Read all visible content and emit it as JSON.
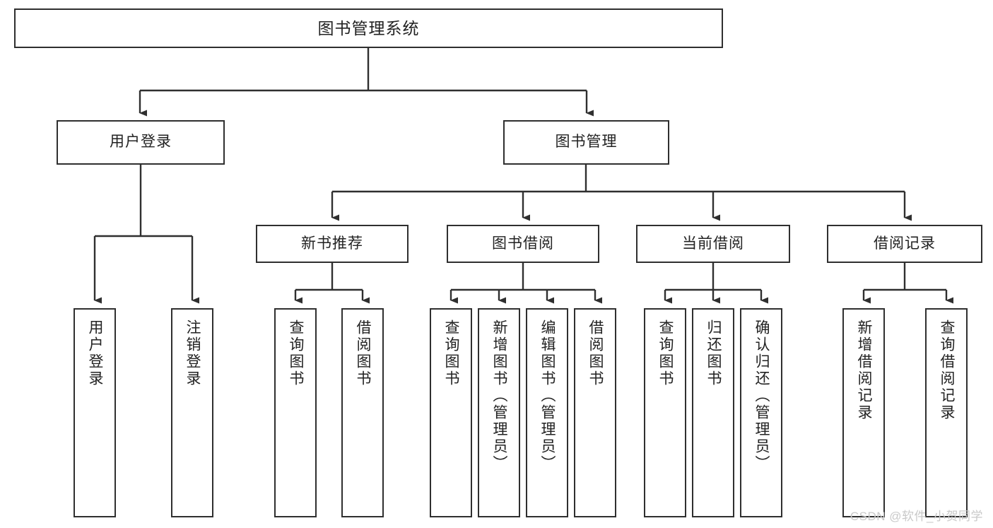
{
  "diagram": {
    "type": "tree-hierarchy",
    "title": "图书管理系统",
    "watermark": "CSDN @软件_小贺同学",
    "colors": {
      "stroke": "#2f2f2f",
      "fill": "#ffffff",
      "text": "#222222",
      "watermark": "#c9c9c9"
    },
    "root": {
      "label": "图书管理系统"
    },
    "level1": [
      {
        "id": "user-login",
        "label": "用户登录"
      },
      {
        "id": "book-manage",
        "label": "图书管理"
      }
    ],
    "level2": [
      {
        "id": "new-book-recommend",
        "label": "新书推荐",
        "parent": "book-manage"
      },
      {
        "id": "book-borrow",
        "label": "图书借阅",
        "parent": "book-manage"
      },
      {
        "id": "current-borrow",
        "label": "当前借阅",
        "parent": "book-manage"
      },
      {
        "id": "borrow-record",
        "label": "借阅记录",
        "parent": "book-manage"
      }
    ],
    "leaves": [
      {
        "id": "leaf-user-login",
        "label": "用户登录",
        "parent": "user-login"
      },
      {
        "id": "leaf-user-logout",
        "label": "注销登录",
        "parent": "user-login"
      },
      {
        "id": "leaf-query-book-1",
        "label": "查询图书",
        "parent": "new-book-recommend"
      },
      {
        "id": "leaf-borrow-book-1",
        "label": "借阅图书",
        "parent": "new-book-recommend"
      },
      {
        "id": "leaf-query-book-2",
        "label": "查询图书",
        "parent": "book-borrow"
      },
      {
        "id": "leaf-add-book",
        "label": "新增图书（管理员）",
        "parent": "book-borrow"
      },
      {
        "id": "leaf-edit-book",
        "label": "编辑图书（管理员）",
        "parent": "book-borrow"
      },
      {
        "id": "leaf-borrow-book-2",
        "label": "借阅图书",
        "parent": "book-borrow"
      },
      {
        "id": "leaf-query-book-3",
        "label": "查询图书",
        "parent": "current-borrow"
      },
      {
        "id": "leaf-return-book",
        "label": "归还图书",
        "parent": "current-borrow"
      },
      {
        "id": "leaf-confirm-return",
        "label": "确认归还（管理员）",
        "parent": "current-borrow"
      },
      {
        "id": "leaf-add-record",
        "label": "新增借阅记录",
        "parent": "borrow-record"
      },
      {
        "id": "leaf-query-record",
        "label": "查询借阅记录",
        "parent": "borrow-record"
      }
    ]
  }
}
